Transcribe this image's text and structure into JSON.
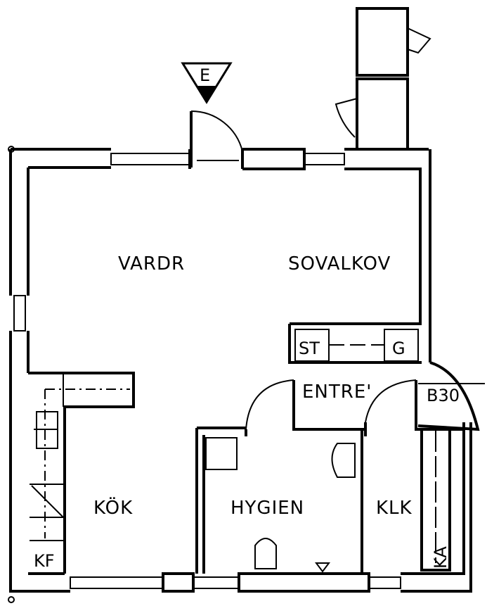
{
  "title": "Floor plan",
  "entrance_marker": "E",
  "rooms": {
    "living": "VARDR",
    "alcove": "SOVALKOV",
    "entry": "ENTRE'",
    "kitchen": "KÖK",
    "bath": "HYGIEN",
    "closet": "KLK"
  },
  "fixtures": {
    "storage": "ST",
    "g": "G",
    "door_rating": "B30",
    "fridge_freezer": "KF",
    "ka": "KA"
  }
}
